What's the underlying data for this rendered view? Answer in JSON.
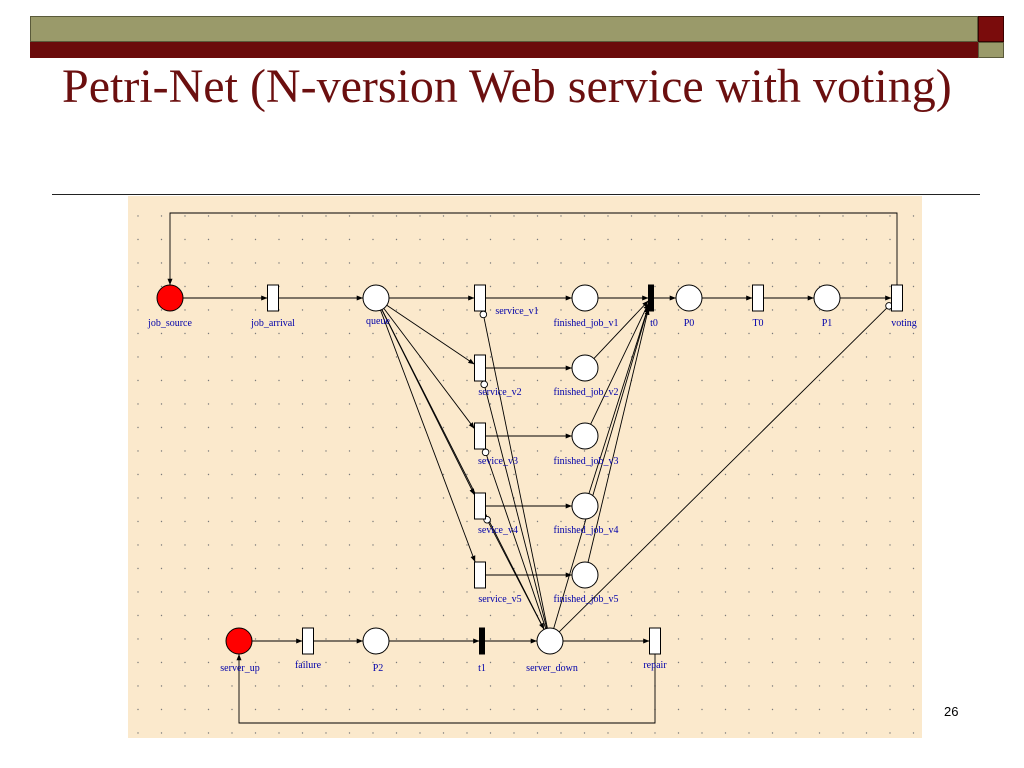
{
  "slide": {
    "title": "Petri-Net (N-version Web service with voting)",
    "page_number": "26"
  },
  "colors": {
    "title": "#6b0f0f",
    "band_olive": "#9a9a6a",
    "band_red": "#6b0b0b",
    "diagram_bg": "#fbe9cc",
    "token_place": "#ff0000",
    "node_label": "#0000aa"
  },
  "petri_net": {
    "places": [
      {
        "id": "job_source",
        "label": "job_source",
        "marked": true
      },
      {
        "id": "queue",
        "label": "queue",
        "marked": false
      },
      {
        "id": "finished_job_v1",
        "label": "finished_job_v1",
        "marked": false
      },
      {
        "id": "finished_job_v2",
        "label": "finished_job_v2",
        "marked": false
      },
      {
        "id": "finished_job_v3",
        "label": "finished_job_v3",
        "marked": false
      },
      {
        "id": "finished_job_v4",
        "label": "finished_job_v4",
        "marked": false
      },
      {
        "id": "finished_job_v5",
        "label": "finished_job_v5",
        "marked": false
      },
      {
        "id": "P0",
        "label": "P0",
        "marked": false
      },
      {
        "id": "P1",
        "label": "P1",
        "marked": false
      },
      {
        "id": "server_up",
        "label": "server_up",
        "marked": true
      },
      {
        "id": "P2",
        "label": "P2",
        "marked": false
      },
      {
        "id": "server_down",
        "label": "server_down",
        "marked": false
      }
    ],
    "transitions": [
      {
        "id": "job_arrival",
        "label": "job_arrival",
        "immediate": false
      },
      {
        "id": "service_v1",
        "label": "service_v1",
        "immediate": false
      },
      {
        "id": "service_v2",
        "label": "service_v2",
        "immediate": false
      },
      {
        "id": "service_v3",
        "label": "sevice_v3",
        "immediate": false
      },
      {
        "id": "service_v4",
        "label": "sevice_v4",
        "immediate": false
      },
      {
        "id": "service_v5",
        "label": "service_v5",
        "immediate": false
      },
      {
        "id": "t0",
        "label": "t0",
        "immediate": true
      },
      {
        "id": "T0",
        "label": "T0",
        "immediate": false
      },
      {
        "id": "voting",
        "label": "voting",
        "immediate": false
      },
      {
        "id": "failure",
        "label": "failure",
        "immediate": false
      },
      {
        "id": "t1",
        "label": "t1",
        "immediate": true
      },
      {
        "id": "repair",
        "label": "repair",
        "immediate": false
      }
    ],
    "arcs": [
      {
        "from": "job_source",
        "to": "job_arrival",
        "type": "normal"
      },
      {
        "from": "job_arrival",
        "to": "queue",
        "type": "normal"
      },
      {
        "from": "queue",
        "to": "service_v1",
        "type": "normal"
      },
      {
        "from": "queue",
        "to": "service_v2",
        "type": "normal"
      },
      {
        "from": "queue",
        "to": "service_v3",
        "type": "normal"
      },
      {
        "from": "queue",
        "to": "service_v4",
        "type": "normal"
      },
      {
        "from": "queue",
        "to": "service_v5",
        "type": "normal"
      },
      {
        "from": "queue",
        "to": "server_down",
        "type": "normal"
      },
      {
        "from": "service_v1",
        "to": "finished_job_v1",
        "type": "normal"
      },
      {
        "from": "service_v2",
        "to": "finished_job_v2",
        "type": "normal"
      },
      {
        "from": "service_v3",
        "to": "finished_job_v3",
        "type": "normal"
      },
      {
        "from": "service_v4",
        "to": "finished_job_v4",
        "type": "normal"
      },
      {
        "from": "service_v5",
        "to": "finished_job_v5",
        "type": "normal"
      },
      {
        "from": "finished_job_v1",
        "to": "t0",
        "type": "normal"
      },
      {
        "from": "finished_job_v2",
        "to": "t0",
        "type": "normal"
      },
      {
        "from": "finished_job_v3",
        "to": "t0",
        "type": "normal"
      },
      {
        "from": "finished_job_v4",
        "to": "t0",
        "type": "normal"
      },
      {
        "from": "finished_job_v5",
        "to": "t0",
        "type": "normal"
      },
      {
        "from": "server_down",
        "to": "t0",
        "type": "normal"
      },
      {
        "from": "t0",
        "to": "P0",
        "type": "normal"
      },
      {
        "from": "P0",
        "to": "T0",
        "type": "normal"
      },
      {
        "from": "T0",
        "to": "P1",
        "type": "normal"
      },
      {
        "from": "P1",
        "to": "voting",
        "type": "normal"
      },
      {
        "from": "voting",
        "to": "job_source",
        "type": "normal"
      },
      {
        "from": "server_down",
        "to": "service_v1",
        "type": "inhibitor"
      },
      {
        "from": "server_down",
        "to": "service_v2",
        "type": "inhibitor"
      },
      {
        "from": "server_down",
        "to": "service_v3",
        "type": "inhibitor"
      },
      {
        "from": "server_down",
        "to": "service_v4",
        "type": "inhibitor"
      },
      {
        "from": "server_down",
        "to": "voting",
        "type": "inhibitor"
      },
      {
        "from": "server_up",
        "to": "failure",
        "type": "normal"
      },
      {
        "from": "failure",
        "to": "P2",
        "type": "normal"
      },
      {
        "from": "P2",
        "to": "t1",
        "type": "normal"
      },
      {
        "from": "t1",
        "to": "server_down",
        "type": "normal"
      },
      {
        "from": "server_down",
        "to": "repair",
        "type": "normal"
      },
      {
        "from": "repair",
        "to": "server_up",
        "type": "normal"
      }
    ]
  }
}
